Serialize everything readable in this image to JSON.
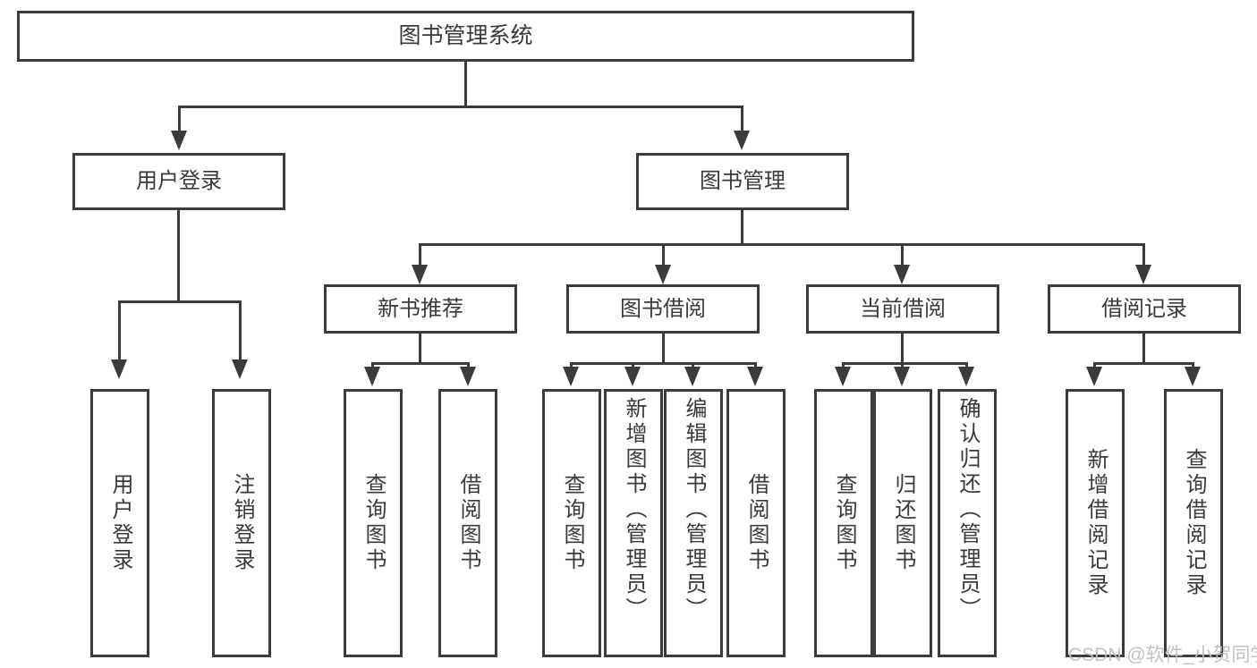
{
  "diagram": {
    "title": "图书管理系统",
    "type": "tree-hierarchy",
    "root": {
      "label": "图书管理系统"
    },
    "level2": [
      {
        "label": "用户登录"
      },
      {
        "label": "图书管理"
      }
    ],
    "level3": [
      {
        "label": "新书推荐"
      },
      {
        "label": "图书借阅"
      },
      {
        "label": "当前借阅"
      },
      {
        "label": "借阅记录"
      }
    ],
    "leaves": {
      "user_login": [
        {
          "label": "用户登录"
        },
        {
          "label": "注销登录"
        }
      ],
      "new_book_recommend": [
        {
          "label": "查询图书"
        },
        {
          "label": "借阅图书"
        }
      ],
      "book_borrow": [
        {
          "label": "查询图书"
        },
        {
          "label": "新增图书（管理员）"
        },
        {
          "label": "编辑图书（管理员）"
        },
        {
          "label": "借阅图书"
        }
      ],
      "current_borrow": [
        {
          "label": "查询图书"
        },
        {
          "label": "归还图书"
        },
        {
          "label": "确认归还（管理员）"
        }
      ],
      "borrow_record": [
        {
          "label": "新增借阅记录"
        },
        {
          "label": "查询借阅记录"
        }
      ]
    }
  },
  "watermark": {
    "text": "CSDN @软件_小贺同学"
  },
  "colors": {
    "border": "#3b3b3b",
    "text": "#3a3a3a",
    "background": "#ffffff",
    "watermark": "#bfbfbf"
  }
}
